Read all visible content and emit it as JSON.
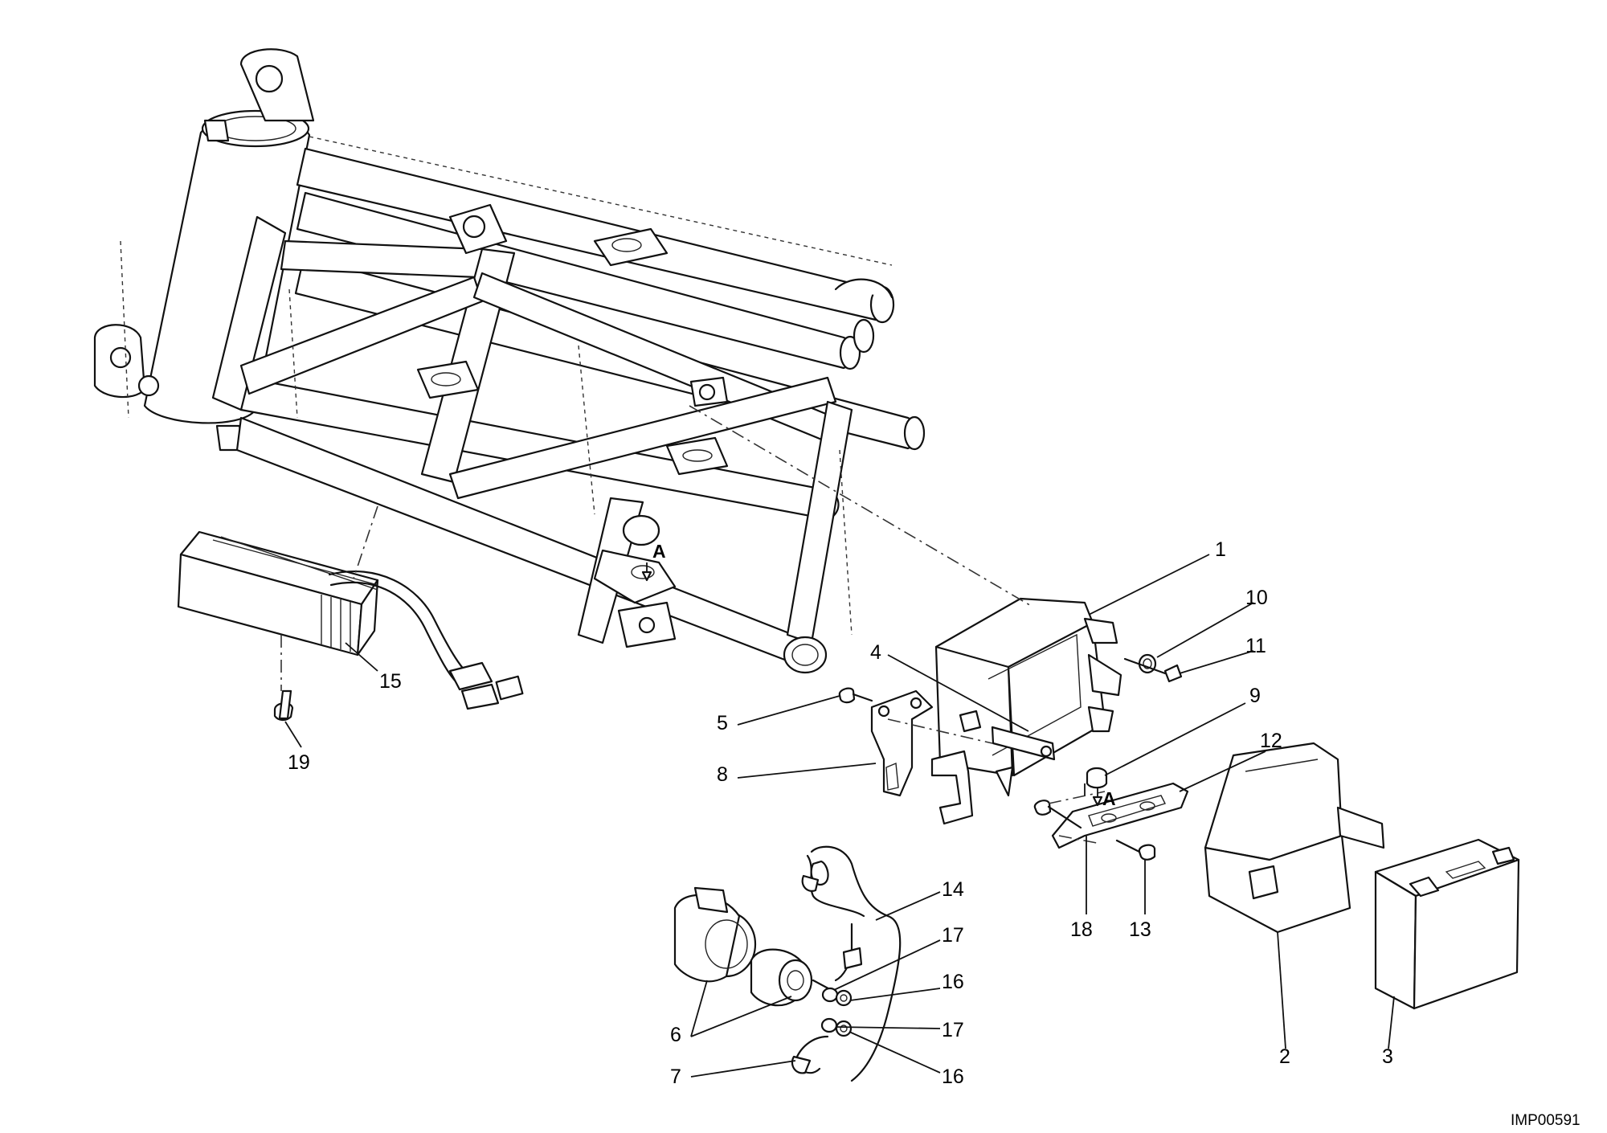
{
  "callouts": [
    {
      "id": "c1",
      "text": "1"
    },
    {
      "id": "c2",
      "text": "2"
    },
    {
      "id": "c3",
      "text": "3"
    },
    {
      "id": "c4",
      "text": "4"
    },
    {
      "id": "c5",
      "text": "5"
    },
    {
      "id": "c6",
      "text": "6"
    },
    {
      "id": "c7",
      "text": "7"
    },
    {
      "id": "c8",
      "text": "8"
    },
    {
      "id": "c9",
      "text": "9"
    },
    {
      "id": "c10",
      "text": "10"
    },
    {
      "id": "c11",
      "text": "11"
    },
    {
      "id": "c12",
      "text": "12"
    },
    {
      "id": "c13",
      "text": "13"
    },
    {
      "id": "c14",
      "text": "14"
    },
    {
      "id": "c15",
      "text": "15"
    },
    {
      "id": "c16a",
      "text": "16"
    },
    {
      "id": "c16b",
      "text": "16"
    },
    {
      "id": "c17a",
      "text": "17"
    },
    {
      "id": "c17b",
      "text": "17"
    },
    {
      "id": "c18",
      "text": "18"
    },
    {
      "id": "c19",
      "text": "19"
    }
  ],
  "detail_markers": {
    "a1": "A",
    "a2": "A"
  },
  "drawing_code": "IMP00591"
}
